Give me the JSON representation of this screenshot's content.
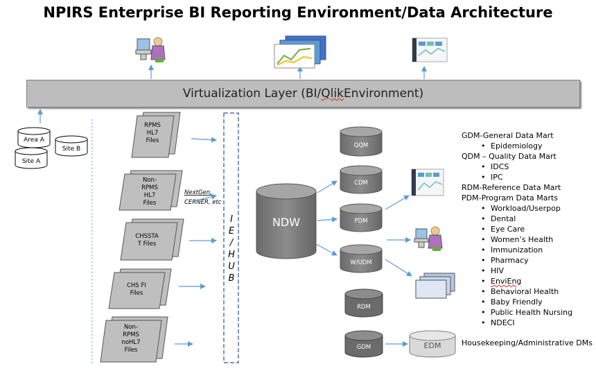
{
  "title": "NPIRS Enterprise BI Reporting Environment/Data Architecture",
  "virtualization": {
    "prefix": "Virtualization Layer (BI/",
    "qlik": "Qlik",
    "suffix": " Environment)"
  },
  "sources": {
    "area_a": "Area A",
    "site_b": "Site B",
    "site_a": "Site A"
  },
  "files": [
    {
      "lines": [
        "RPMS",
        "HL7",
        "Files"
      ]
    },
    {
      "lines": [
        "Non-",
        "RPMS",
        "HL7",
        "Files"
      ]
    },
    {
      "lines": [
        "CHSSTA",
        "T Files"
      ]
    },
    {
      "lines": [
        "CHS FI",
        "Files"
      ]
    },
    {
      "lines": [
        "Non-",
        "RPMS",
        "noHL7",
        "Files"
      ]
    }
  ],
  "nextgen": {
    "line1": "NextGen,",
    "line2": "CERNER, etc"
  },
  "hub_letters": [
    "I",
    "E",
    "/",
    "H",
    "U",
    "B"
  ],
  "ndw": "NDW",
  "marts": {
    "qqm": "QQM",
    "cdm": "CDM",
    "pdm": "PDM",
    "wudm": "W/UDM",
    "rdm": "RDM",
    "gdm": "GDM",
    "edm": "EDM"
  },
  "legend": {
    "gdm_head": "GDM-General Data Mart",
    "gdm_items": [
      "Epidemiology"
    ],
    "qdm_head": "QDM – Quality Data Mart",
    "qdm_items": [
      "IDCS",
      "IPC"
    ],
    "rdm_head": "RDM-Reference Data Mart",
    "pdm_head": "PDM-Program Data Marts",
    "pdm_items": [
      "Workload/Userpop",
      "Dental",
      "Eye Care",
      "Women’s Health",
      "Immunization",
      "Pharmacy",
      "HIV",
      "EnviEng",
      "Behavioral Health",
      "Baby Friendly",
      "Public Health Nursing",
      "NDECI"
    ],
    "housekeeping": "Housekeeping/Administrative DMs"
  },
  "colors": {
    "cylinder_fill": "#7f7f7f",
    "cylinder_top": "#a6a6a6",
    "arrow": "#5b9bd5",
    "file_fill": "#bfbfbf"
  },
  "icons": [
    "user-at-computer-icon",
    "report-charts-icon",
    "dashboard-icon"
  ]
}
